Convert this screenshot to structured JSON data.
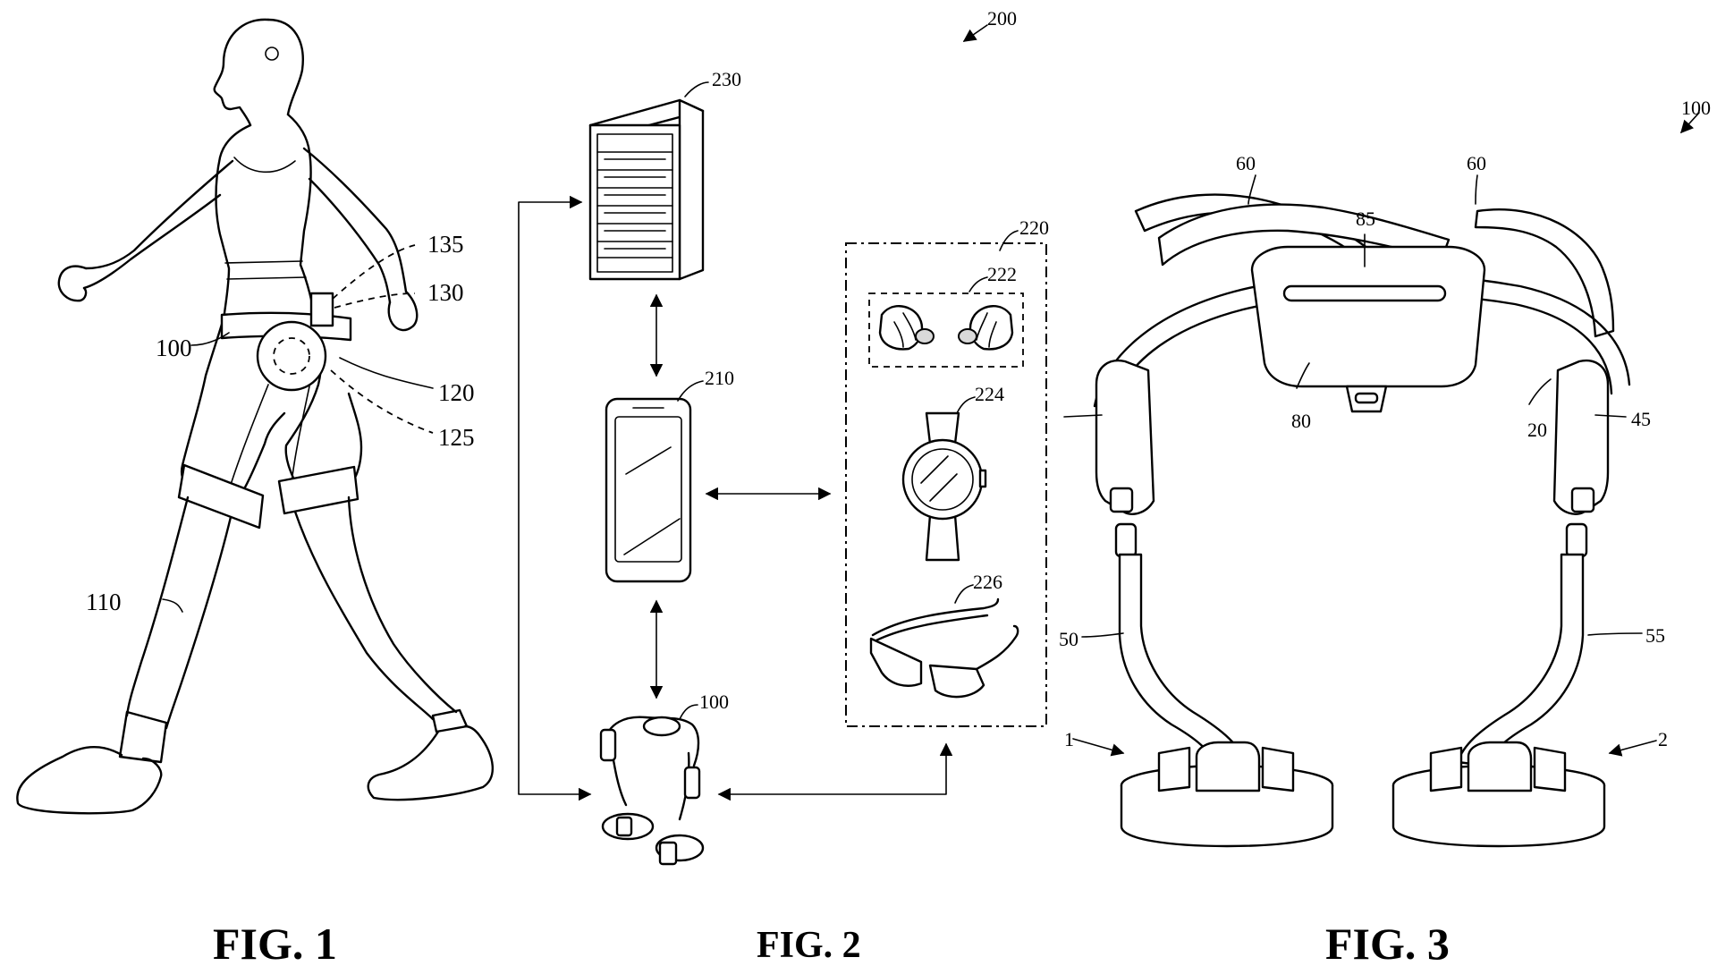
{
  "figures": {
    "fig1": {
      "caption": "FIG. 1",
      "refs": {
        "r100": "100",
        "r110": "110",
        "r120": "120",
        "r125": "125",
        "r130": "130",
        "r135": "135"
      }
    },
    "fig2": {
      "caption": "FIG. 2",
      "refs": {
        "r200": "200",
        "r230": "230",
        "r210": "210",
        "r220": "220",
        "r222": "222",
        "r224": "224",
        "r226": "226",
        "r100": "100"
      }
    },
    "fig3": {
      "caption": "FIG. 3",
      "refs": {
        "r100": "100",
        "r60a": "60",
        "r60b": "60",
        "r85": "85",
        "r80": "80",
        "r20": "20",
        "r45": "45",
        "r50": "50",
        "r55": "55",
        "r1": "1",
        "r2": "2"
      }
    }
  }
}
